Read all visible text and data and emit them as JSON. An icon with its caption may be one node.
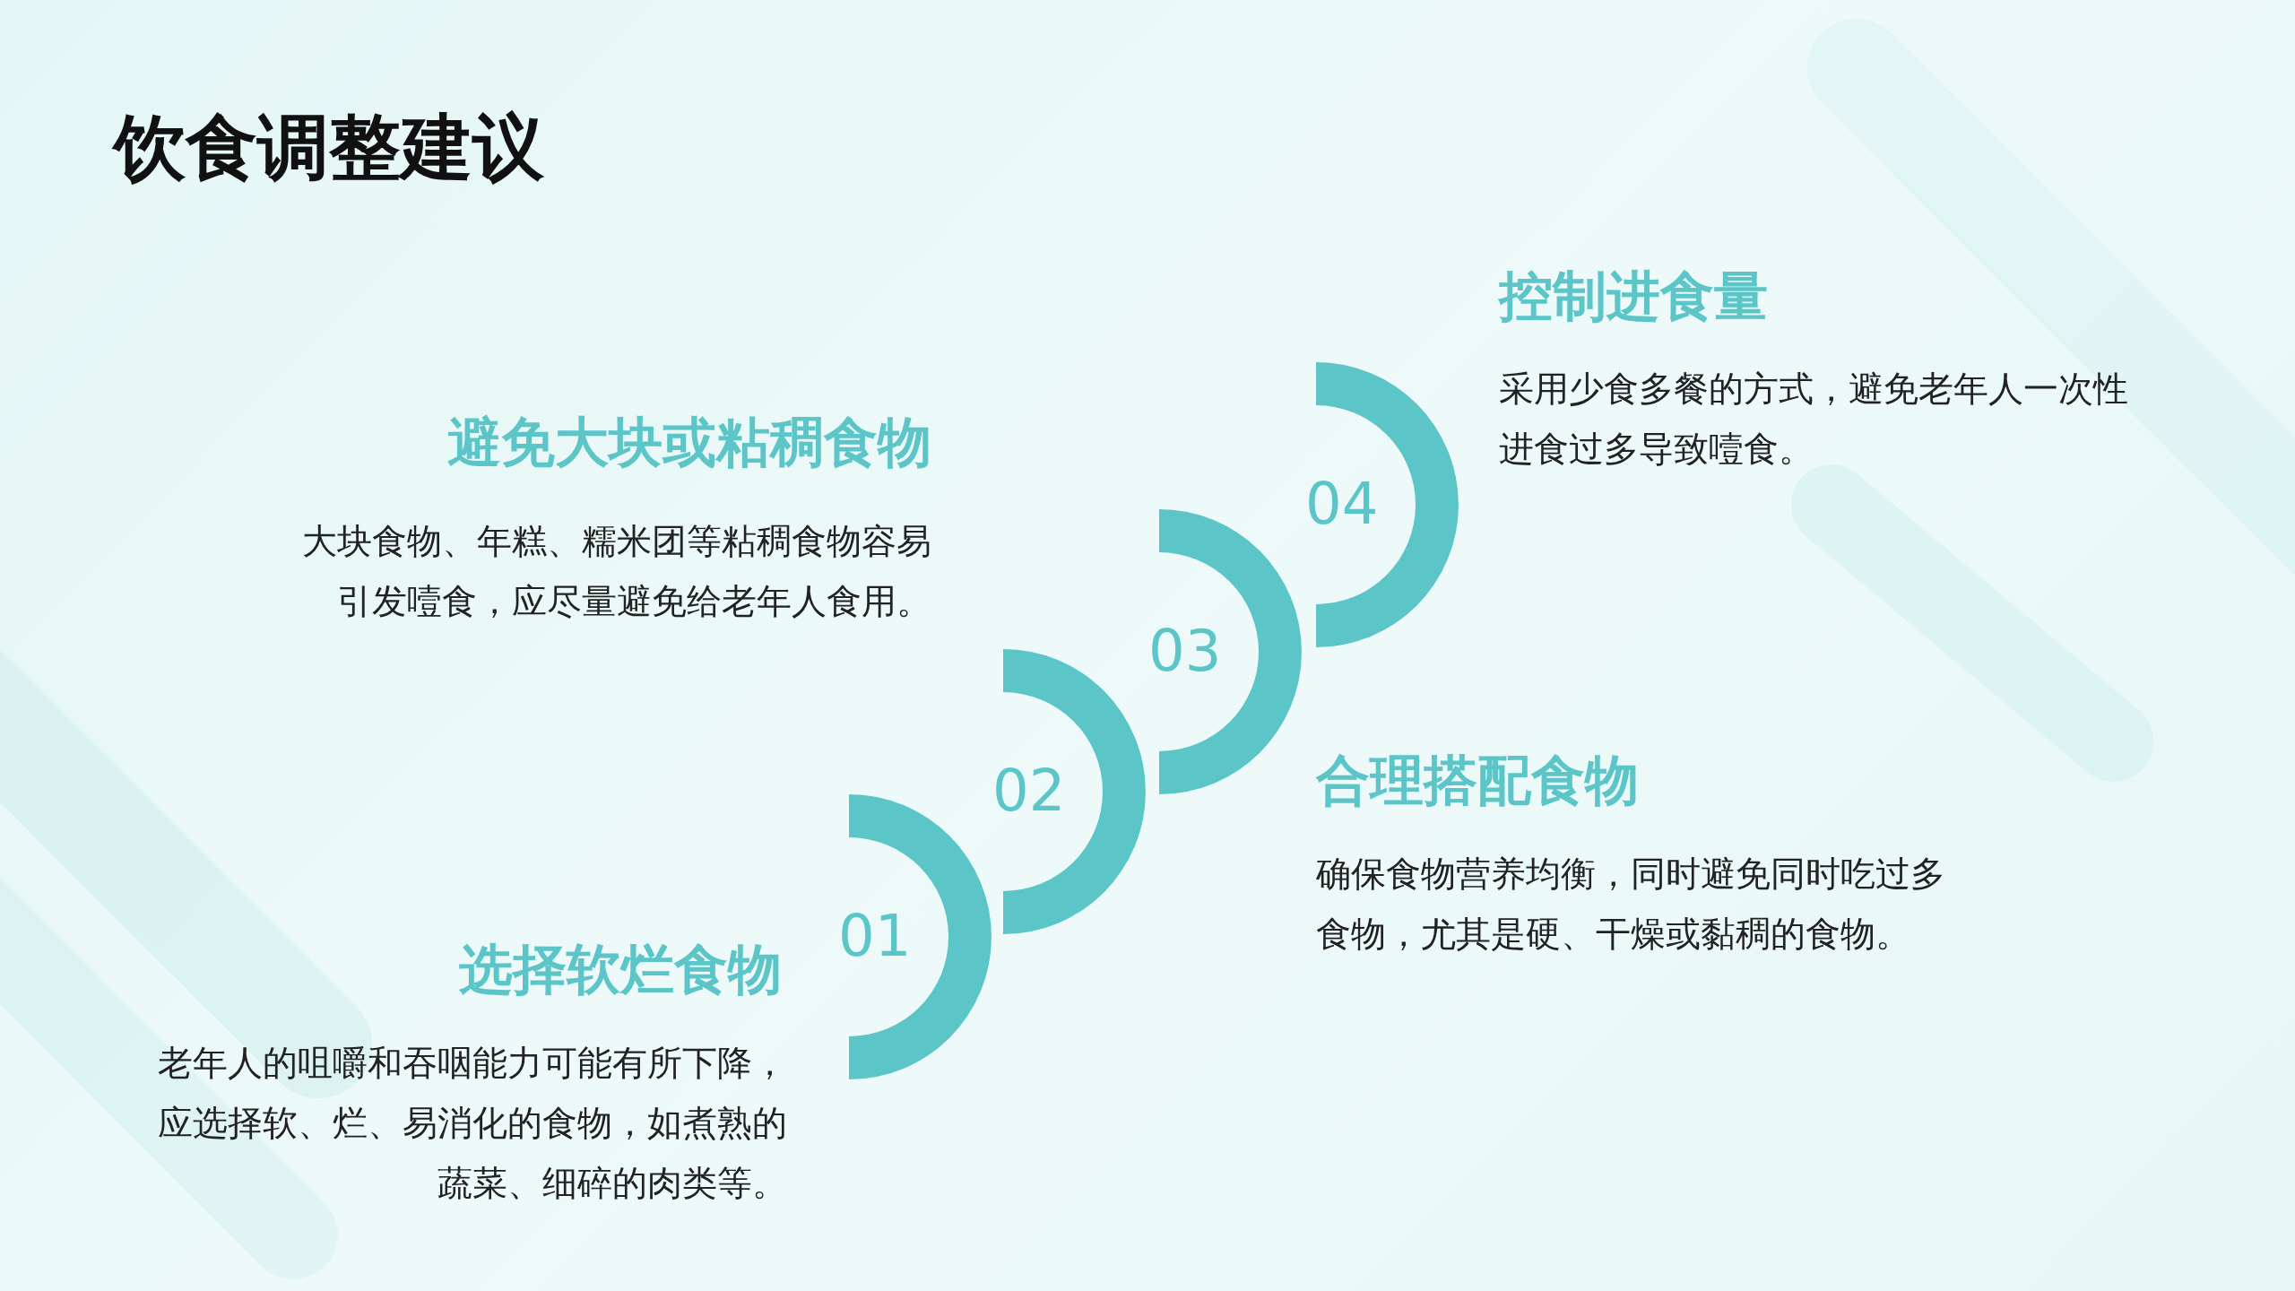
{
  "diagram": {
    "title": "饮食调整建议",
    "nodes": [
      {
        "text": [
          "01"
        ]
      },
      {
        "text": [
          "02"
        ]
      },
      {
        "text": [
          "03"
        ]
      },
      {
        "text": [
          "04"
        ]
      }
    ],
    "labels": [
      "控制进食量",
      "采用少食多餐的方式，避免老年人一次性进食过多导致噎食。",
      "避免大块或粘稠食物",
      "大块食物、年糕、糯米团等粘稠食物容易引发噎食，应尽量避免给老年人食用。",
      "合理搭配食物",
      "确保食物营养均衡，同时避免同时吃过多食物，尤其是硬、干燥或黏稠的食物。",
      "选择软烂食物",
      "老年人的咀嚼和吞咽能力可能有所下降，应选择软、烂、易消化的食物，如煮熟的蔬菜、细碎的肉类等。"
    ]
  }
}
